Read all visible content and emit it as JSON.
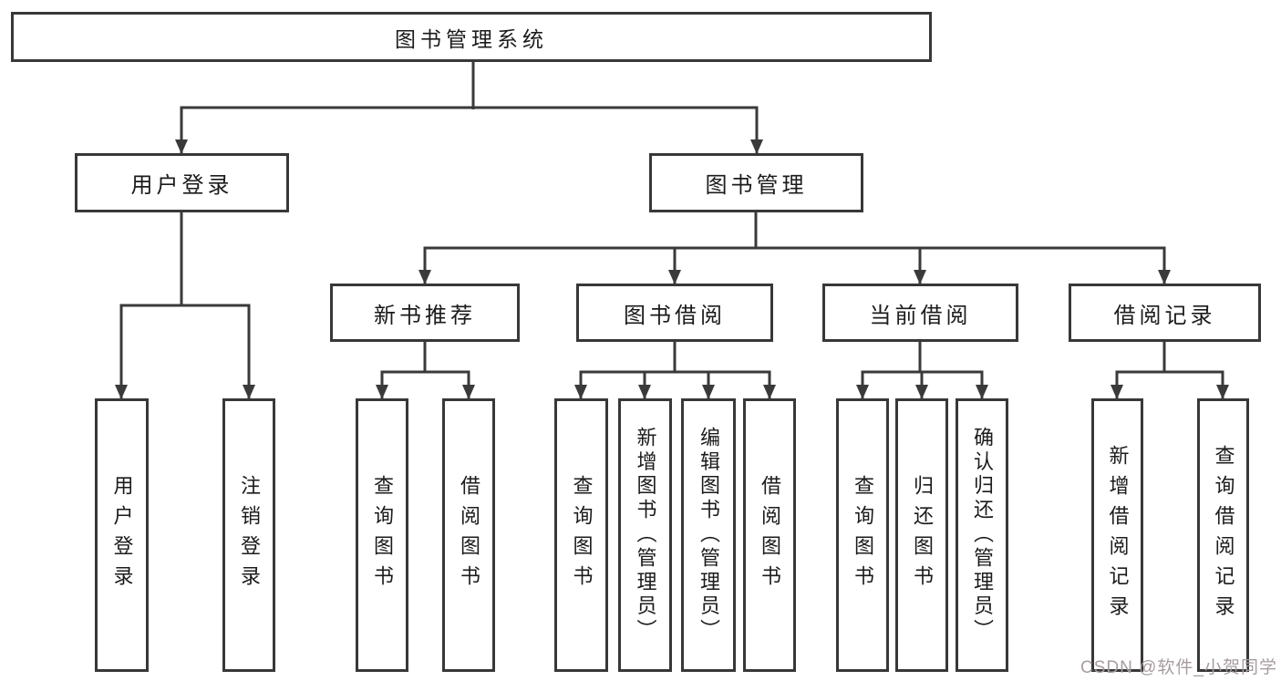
{
  "diagram_title": "图书管理系统",
  "colors": {
    "line": "#3a3a3a",
    "box_border": "#383838",
    "text": "#1b1b1b",
    "watermark": "#a79c9e"
  },
  "tree": {
    "root": {
      "label": "图书管理系统",
      "children": [
        {
          "label": "用户登录",
          "children": [
            {
              "label": "用户登录"
            },
            {
              "label": "注销登录"
            }
          ]
        },
        {
          "label": "图书管理",
          "children": [
            {
              "label": "新书推荐",
              "children": [
                {
                  "label": "查询图书"
                },
                {
                  "label": "借阅图书"
                }
              ]
            },
            {
              "label": "图书借阅",
              "children": [
                {
                  "label": "查询图书"
                },
                {
                  "label": "新增图书（管理员）"
                },
                {
                  "label": "编辑图书（管理员）"
                },
                {
                  "label": "借阅图书"
                }
              ]
            },
            {
              "label": "当前借阅",
              "children": [
                {
                  "label": "查询图书"
                },
                {
                  "label": "归还图书"
                },
                {
                  "label": "确认归还（管理员）"
                }
              ]
            },
            {
              "label": "借阅记录",
              "children": [
                {
                  "label": "新增借阅记录"
                },
                {
                  "label": "查询借阅记录"
                }
              ]
            }
          ]
        }
      ]
    }
  },
  "watermark": {
    "text": "CSDN @软件_小贺同学"
  }
}
